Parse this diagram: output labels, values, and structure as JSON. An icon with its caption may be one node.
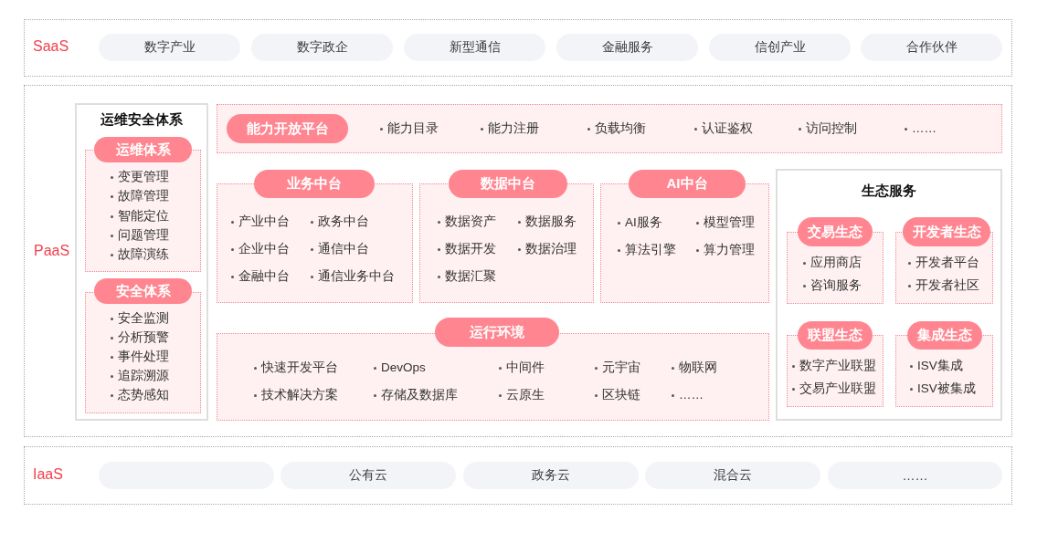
{
  "diagram": {
    "nodes": [
      {
        "text": [
          "SaaS"
        ]
      },
      {
        "text": [
          "数字产业"
        ],
        "in": 0
      },
      {
        "text": [
          "数字政企"
        ],
        "in": 0
      },
      {
        "text": [
          "新型通信"
        ],
        "in": 0
      },
      {
        "text": [
          "金融服务"
        ],
        "in": 0
      },
      {
        "text": [
          "信创产业"
        ],
        "in": 0
      },
      {
        "text": [
          "合作伙伴"
        ],
        "in": 0
      },
      {
        "text": [
          "PaaS"
        ]
      },
      {
        "text": [
          "运维安全体系"
        ],
        "in": 7
      },
      {
        "text": [
          "运维体系",
          "变更管理",
          "故障管理",
          "智能定位",
          "问题管理",
          "故障演练"
        ],
        "in": 8
      },
      {
        "text": [
          "安全体系",
          "安全监测",
          "分析预警",
          "事件处理",
          "追踪溯源",
          "态势感知"
        ],
        "in": 8
      },
      {
        "text": [
          "能力开放平台",
          "能力目录",
          "能力注册",
          "负载均衡",
          "认证鉴权",
          "访问控制",
          "……"
        ],
        "in": 7
      },
      {
        "text": [
          "业务中台",
          "产业中台",
          "政务中台",
          "企业中台",
          "通信中台",
          "金融中台",
          "通信业务中台"
        ],
        "in": 7
      },
      {
        "text": [
          "数据中台",
          "数据资产",
          "数据服务",
          "数据开发",
          "数据治理",
          "数据汇聚"
        ],
        "in": 7
      },
      {
        "text": [
          "AI中台",
          "AI服务",
          "模型管理",
          "算法引擎",
          "算力管理"
        ],
        "in": 7
      },
      {
        "text": [
          "运行环境",
          "快速开发平台",
          "DevOps",
          "中间件",
          "元宇宙",
          "物联网",
          "技术解决方案",
          "存储及数据库",
          "云原生",
          "区块链",
          "……"
        ],
        "in": 7
      },
      {
        "text": [
          "生态服务"
        ],
        "in": 7
      },
      {
        "text": [
          "交易生态",
          "应用商店",
          "咨询服务"
        ],
        "in": 16
      },
      {
        "text": [
          "开发者生态",
          "开发者平台",
          "开发者社区"
        ],
        "in": 16
      },
      {
        "text": [
          "联盟生态",
          "数字产业联盟",
          "交易产业联盟"
        ],
        "in": 16
      },
      {
        "text": [
          "集成生态",
          "ISV集成",
          "ISV被集成"
        ],
        "in": 16
      },
      {
        "text": [
          "IaaS"
        ]
      },
      {
        "text": [],
        "shape": "box",
        "in": 21
      },
      {
        "text": [
          "公有云"
        ],
        "in": 21
      },
      {
        "text": [
          "政务云"
        ],
        "in": 21
      },
      {
        "text": [
          "混合云"
        ],
        "in": 21
      },
      {
        "text": [
          "……"
        ],
        "in": 21
      }
    ]
  }
}
